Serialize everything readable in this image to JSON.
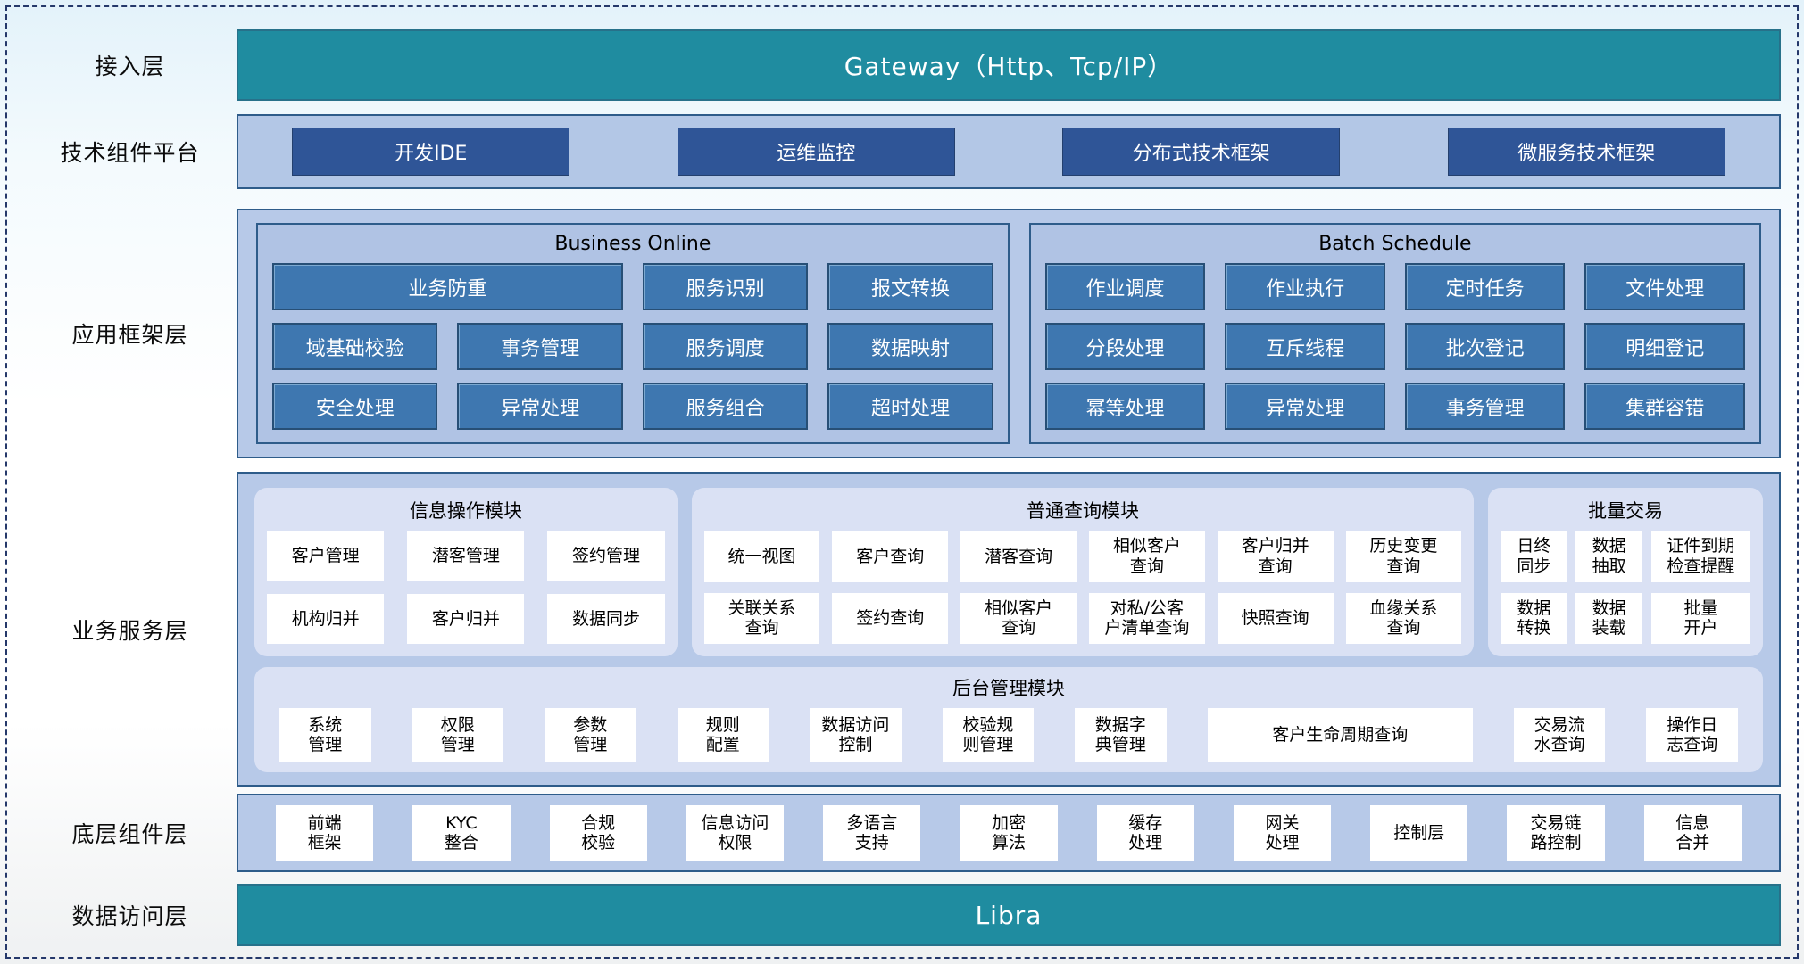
{
  "colors": {
    "teal": "#1f8ca0",
    "navy_button": "#2f5597",
    "steel_button": "#3e77b0",
    "panel_blue": "#b7c9e8",
    "panel_light": "#dae1f4",
    "border_navy": "#2e5c8a"
  },
  "access_layer": {
    "label": "接入层",
    "gateway": "Gateway（Http、Tcp/IP）"
  },
  "tech_platform": {
    "label": "技术组件平台",
    "buttons": [
      "开发IDE",
      "运维监控",
      "分布式技术框架",
      "微服务技术框架"
    ]
  },
  "app_framework": {
    "label": "应用框架层",
    "business_online": {
      "title": "Business Online",
      "buttons": [
        {
          "label": "业务防重",
          "span": 2
        },
        "服务识别",
        "报文转换",
        "域基础校验",
        "事务管理",
        "服务调度",
        "数据映射",
        "安全处理",
        "异常处理",
        "服务组合",
        "超时处理"
      ]
    },
    "batch_schedule": {
      "title": "Batch Schedule",
      "buttons": [
        "作业调度",
        "作业执行",
        "定时任务",
        "文件处理",
        "分段处理",
        "互斥线程",
        "批次登记",
        "明细登记",
        "幂等处理",
        "异常处理",
        "事务管理",
        "集群容错"
      ]
    }
  },
  "business_service": {
    "label": "业务服务层",
    "info_module": {
      "title": "信息操作模块",
      "buttons": [
        "客户管理",
        "潜客管理",
        "签约管理",
        "机构归并",
        "客户归并",
        "数据同步"
      ]
    },
    "query_module": {
      "title": "普通查询模块",
      "buttons": [
        "统一视图",
        "客户查询",
        "潜客查询",
        "相似客户\n查询",
        "客户归并\n查询",
        "历史变更\n查询",
        "关联关系\n查询",
        "签约查询",
        "相似客户\n查询",
        "对私/公客\n户清单查询",
        "快照查询",
        "血缘关系\n查询"
      ]
    },
    "batch_trade": {
      "title": "批量交易",
      "buttons": [
        "日终\n同步",
        "数据\n抽取",
        "证件到期\n检查提醒",
        "数据\n转换",
        "数据\n装载",
        "批量\n开户"
      ]
    },
    "admin_module": {
      "title": "后台管理模块",
      "buttons": [
        "系统\n管理",
        "权限\n管理",
        "参数\n管理",
        "规则\n配置",
        "数据访问\n控制",
        "校验规\n则管理",
        "数据字\n典管理",
        {
          "label": "客户生命周期查询",
          "wide": true
        },
        "交易流\n水查询",
        "操作日\n志查询"
      ]
    }
  },
  "base_components": {
    "label": "底层组件层",
    "buttons": [
      "前端\n框架",
      "KYC\n整合",
      "合规\n校验",
      "信息访问\n权限",
      "多语言\n支持",
      "加密\n算法",
      "缓存\n处理",
      "网关\n处理",
      "控制层",
      "交易链\n路控制",
      "信息\n合并"
    ]
  },
  "data_access": {
    "label": "数据访问层",
    "bar": "Libra"
  }
}
